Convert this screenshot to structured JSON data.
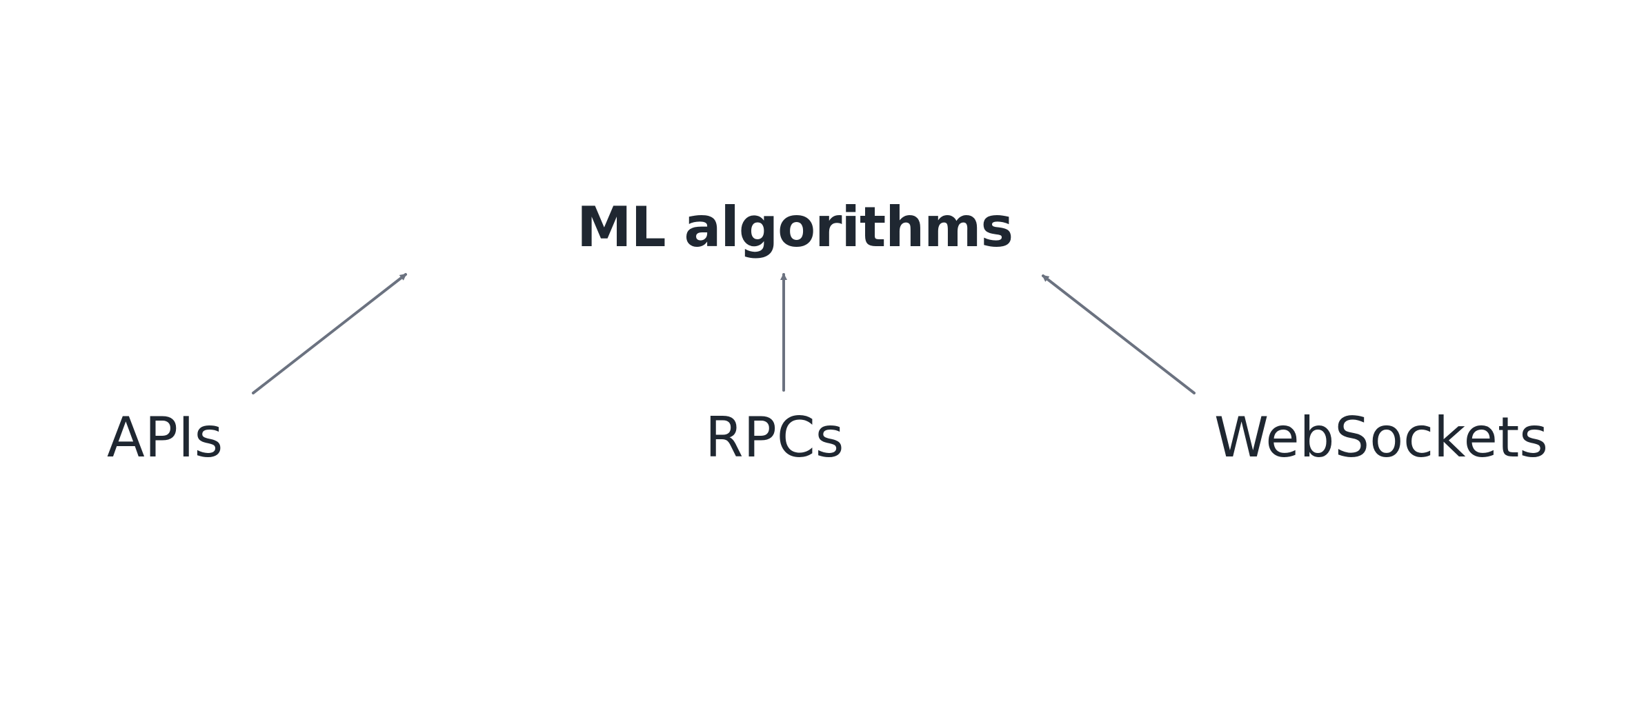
{
  "diagram": {
    "type": "tree",
    "top_node": {
      "label": "ML algorithms"
    },
    "bottom_nodes": [
      {
        "label": "APIs"
      },
      {
        "label": "RPCs"
      },
      {
        "label": "WebSockets"
      }
    ],
    "edges": [
      {
        "from": "APIs",
        "to": "ML algorithms"
      },
      {
        "from": "RPCs",
        "to": "ML algorithms"
      },
      {
        "from": "WebSockets",
        "to": "ML algorithms"
      }
    ],
    "colors": {
      "background": "#ffffff",
      "text": "#1f2731",
      "arrow": "#6b7280"
    }
  }
}
